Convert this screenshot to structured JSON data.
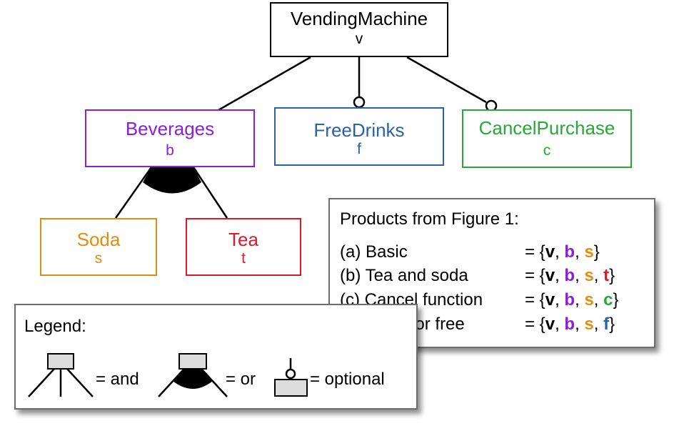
{
  "colors": {
    "root": "#000000",
    "beverages": "#8a1fd8",
    "freedrinks": "#2a63a2",
    "cancelpurchase": "#27a837",
    "soda": "#e08e12",
    "tea": "#d91a2a",
    "legend_box_fill": "#dcdcdc",
    "panel_border": "#6d6d6d"
  },
  "nodes": {
    "root": {
      "name": "VendingMachine",
      "abbr": "v"
    },
    "beverages": {
      "name": "Beverages",
      "abbr": "b"
    },
    "freedrinks": {
      "name": "FreeDrinks",
      "abbr": "f"
    },
    "cancelpurchase": {
      "name": "CancelPurchase",
      "abbr": "c"
    },
    "soda": {
      "name": "Soda",
      "abbr": "s"
    },
    "tea": {
      "name": "Tea",
      "abbr": "t"
    }
  },
  "edges": [
    {
      "from": "root",
      "to": "beverages",
      "kind": "mandatory"
    },
    {
      "from": "root",
      "to": "freedrinks",
      "kind": "optional"
    },
    {
      "from": "root",
      "to": "cancelpurchase",
      "kind": "optional"
    },
    {
      "from": "beverages",
      "to": "soda",
      "kind": "or"
    },
    {
      "from": "beverages",
      "to": "tea",
      "kind": "or"
    }
  ],
  "products": {
    "title": "Products from Figure 1:",
    "open": "= {",
    "close": "}",
    "sep": ", ",
    "rows": [
      {
        "label": "(a) Basic",
        "features": [
          "v",
          "b",
          "s"
        ]
      },
      {
        "label": "(b) Tea and soda",
        "features": [
          "v",
          "b",
          "s",
          "t"
        ]
      },
      {
        "label": "(c) Cancel function",
        "features": [
          "v",
          "b",
          "s",
          "c"
        ]
      },
      {
        "label": "(d) Soda for free",
        "features": [
          "v",
          "b",
          "s",
          "f"
        ]
      }
    ]
  },
  "legend": {
    "title": "Legend:",
    "and_label": "= and",
    "or_label": "= or",
    "optional_label": "= optional"
  }
}
